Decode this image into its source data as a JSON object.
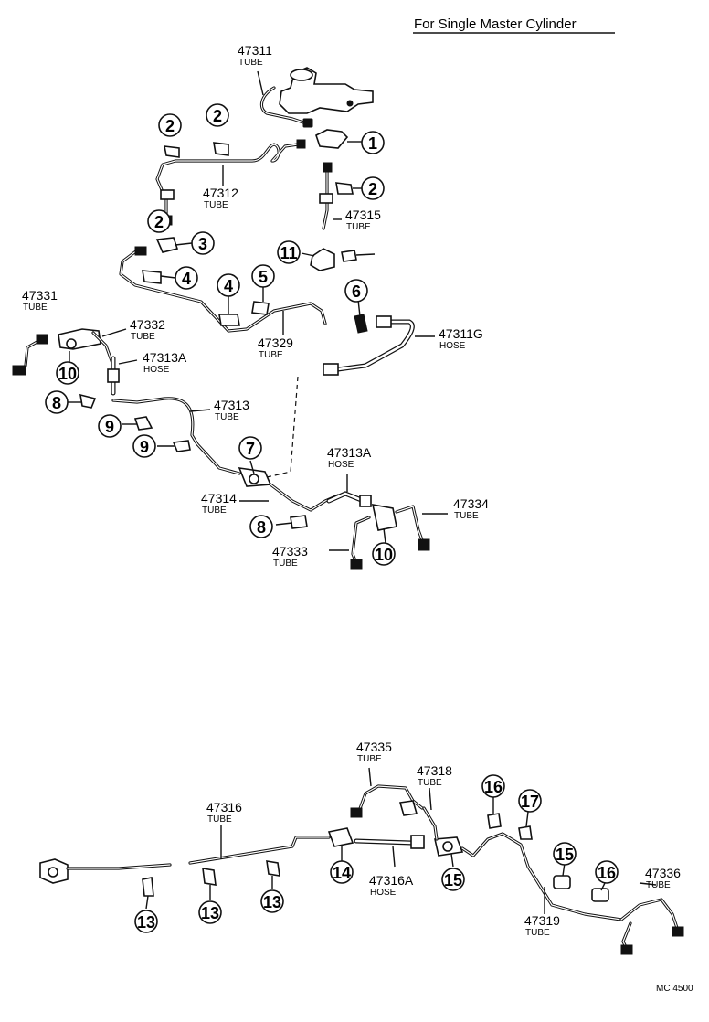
{
  "header": {
    "title": "For Single Master Cylinder"
  },
  "footer": {
    "code": "MC 4500"
  },
  "labels": [
    {
      "id": "l47311",
      "number": "47311",
      "kind": "TUBE"
    },
    {
      "id": "l47312",
      "number": "47312",
      "kind": "TUBE"
    },
    {
      "id": "l47315",
      "number": "47315",
      "kind": "TUBE"
    },
    {
      "id": "l47331",
      "number": "47331",
      "kind": "TUBE"
    },
    {
      "id": "l47332",
      "number": "47332",
      "kind": "TUBE"
    },
    {
      "id": "l47313A_a",
      "number": "47313A",
      "kind": "HOSE"
    },
    {
      "id": "l47329",
      "number": "47329",
      "kind": "TUBE"
    },
    {
      "id": "l47311G",
      "number": "47311G",
      "kind": "HOSE"
    },
    {
      "id": "l47313",
      "number": "47313",
      "kind": "TUBE"
    },
    {
      "id": "l47313A_b",
      "number": "47313A",
      "kind": "HOSE"
    },
    {
      "id": "l47314",
      "number": "47314",
      "kind": "TUBE"
    },
    {
      "id": "l47334",
      "number": "47334",
      "kind": "TUBE"
    },
    {
      "id": "l47333",
      "number": "47333",
      "kind": "TUBE"
    },
    {
      "id": "l47335",
      "number": "47335",
      "kind": "TUBE"
    },
    {
      "id": "l47318",
      "number": "47318",
      "kind": "TUBE"
    },
    {
      "id": "l47316",
      "number": "47316",
      "kind": "TUBE"
    },
    {
      "id": "l47316A",
      "number": "47316A",
      "kind": "HOSE"
    },
    {
      "id": "l47319",
      "number": "47319",
      "kind": "TUBE"
    },
    {
      "id": "l47336",
      "number": "47336",
      "kind": "TUBE"
    }
  ],
  "callouts": [
    "1",
    "2",
    "2",
    "2",
    "2",
    "3",
    "4",
    "4",
    "5",
    "6",
    "7",
    "8",
    "8",
    "9",
    "9",
    "10",
    "10",
    "11",
    "13",
    "13",
    "13",
    "14",
    "15",
    "15",
    "16",
    "16",
    "17"
  ]
}
